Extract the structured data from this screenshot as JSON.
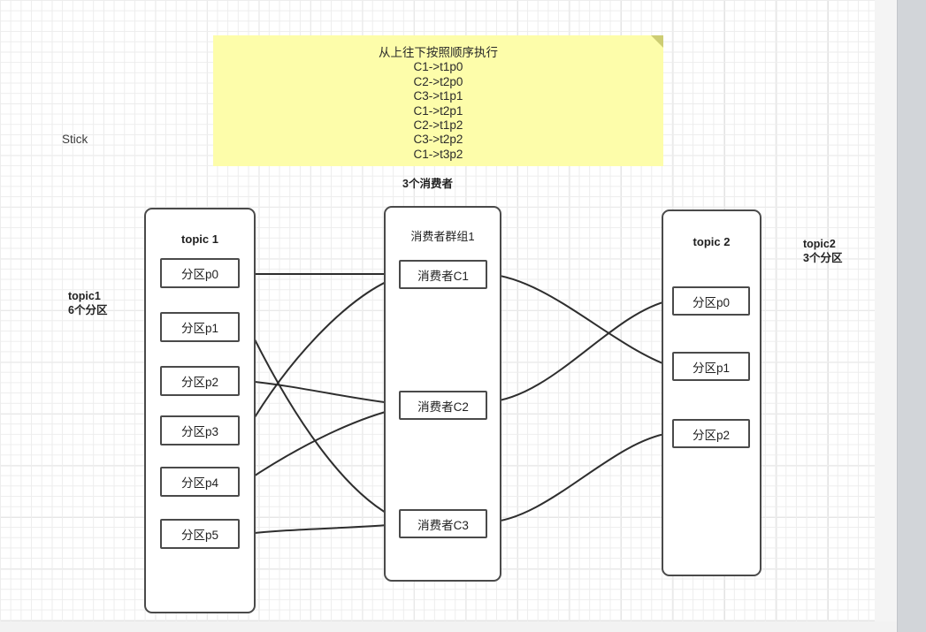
{
  "canvas": {
    "sticky_label": "Stick",
    "bg_accent": "#fdfdaa",
    "line_color": "#2e2e2e"
  },
  "sticky_note": {
    "title": "从上往下按照顺序执行",
    "steps": [
      "C1->t1p0",
      "C2->t2p0",
      "C3->t1p1",
      "C1->t2p1",
      "C2->t1p2",
      "C3->t2p2",
      "C1->t3p2"
    ]
  },
  "annotations": {
    "consumers_count": "3个消费者",
    "topic1_note_line1": "topic1",
    "topic1_note_line2": "6个分区",
    "topic2_note_line1": "topic2",
    "topic2_note_line2": "3个分区"
  },
  "topic1": {
    "title": "topic 1",
    "partitions": [
      {
        "label": "分区p0"
      },
      {
        "label": "分区p1"
      },
      {
        "label": "分区p2"
      },
      {
        "label": "分区p3"
      },
      {
        "label": "分区p4"
      },
      {
        "label": "分区p5"
      }
    ]
  },
  "consumer_group": {
    "title": "消费者群组1",
    "consumers": [
      {
        "label": "消费者C1"
      },
      {
        "label": "消费者C2"
      },
      {
        "label": "消费者C3"
      }
    ]
  },
  "topic2": {
    "title": "topic 2",
    "partitions": [
      {
        "label": "分区p0"
      },
      {
        "label": "分区p1"
      },
      {
        "label": "分区p2"
      }
    ]
  },
  "connections": [
    {
      "from": "consumer-c1",
      "to": "topic1-p0"
    },
    {
      "from": "consumer-c1",
      "to": "topic1-p3"
    },
    {
      "from": "consumer-c1",
      "to": "topic2-p1"
    },
    {
      "from": "consumer-c2",
      "to": "topic1-p2"
    },
    {
      "from": "consumer-c2",
      "to": "topic1-p4"
    },
    {
      "from": "consumer-c2",
      "to": "topic2-p0"
    },
    {
      "from": "consumer-c3",
      "to": "topic1-p1"
    },
    {
      "from": "consumer-c3",
      "to": "topic1-p5"
    },
    {
      "from": "consumer-c3",
      "to": "topic2-p2"
    }
  ]
}
